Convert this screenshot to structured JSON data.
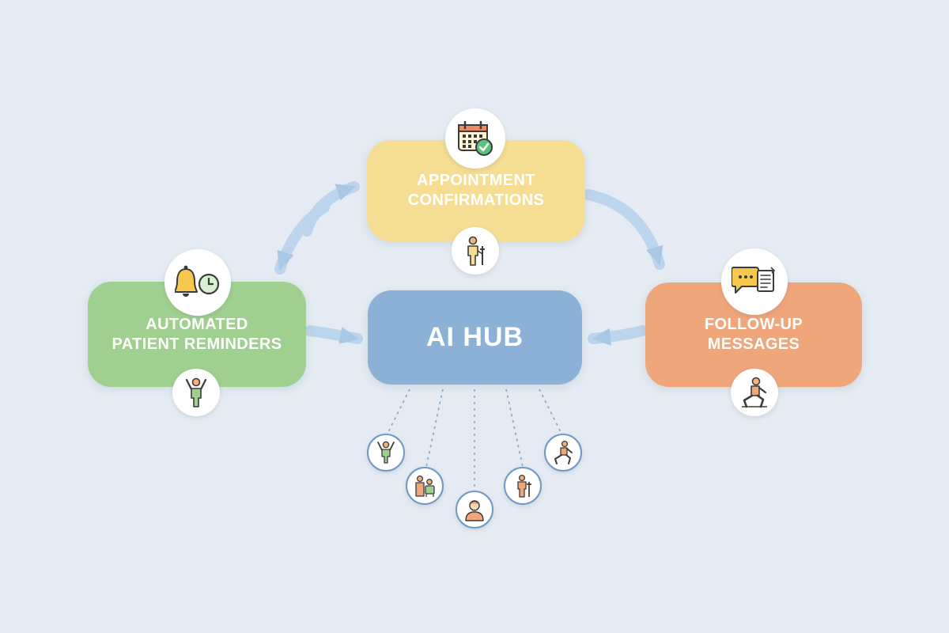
{
  "diagram": {
    "hub": {
      "label": "AI HUB",
      "color": "#8bb1d6"
    },
    "nodes": [
      {
        "id": "appointments",
        "lines": [
          "APPOINTMENT",
          "CONFIRMATIONS"
        ],
        "color": "#f5dd93",
        "icon_top": "calendar-check-icon",
        "icon_bottom": "patient-with-crutch-icon"
      },
      {
        "id": "reminders",
        "lines": [
          "AUTOMATED",
          "PATIENT REMINDERS"
        ],
        "color": "#9fd08f",
        "icon_top": "bell-clock-icon",
        "icon_bottom": "person-arms-raised-icon"
      },
      {
        "id": "followup",
        "lines": [
          "FOLLOW-UP",
          "MESSAGES"
        ],
        "color": "#f0a67b",
        "icon_top": "chat-document-icon",
        "icon_bottom": "person-exercising-icon"
      }
    ],
    "patient_icons": [
      "person-arms-raised-icon",
      "patient-with-caregiver-icon",
      "patient-portrait-icon",
      "person-with-crutch-icon",
      "person-exercising-icon"
    ],
    "arrow_color": "#a9c8e6",
    "connector_color": "#7fa3c9"
  }
}
